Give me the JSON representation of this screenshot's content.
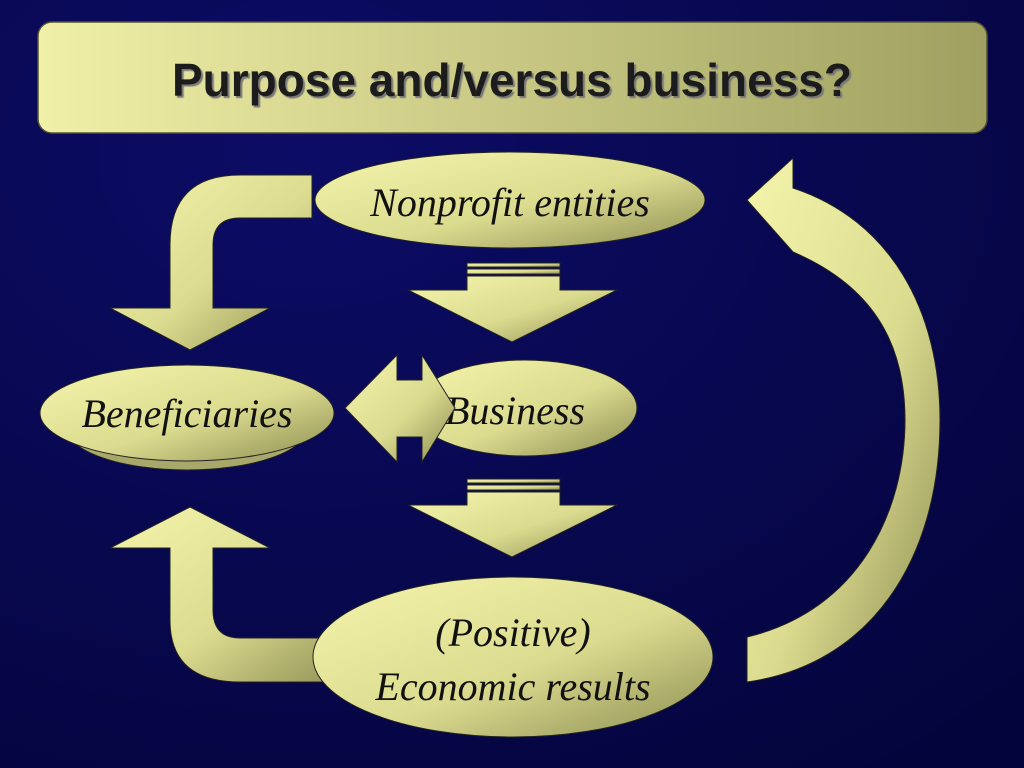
{
  "title": "Purpose and/versus business?",
  "nodes": {
    "nonprofit": "Nonprofit entities",
    "business": "Business",
    "beneficiaries": "Beneficiaries",
    "results_line1": "(Positive)",
    "results_line2": "Economic results"
  },
  "colors": {
    "background": "#06064a",
    "shape_light": "#f2f2a8",
    "shape_dark": "#8c8c52"
  }
}
